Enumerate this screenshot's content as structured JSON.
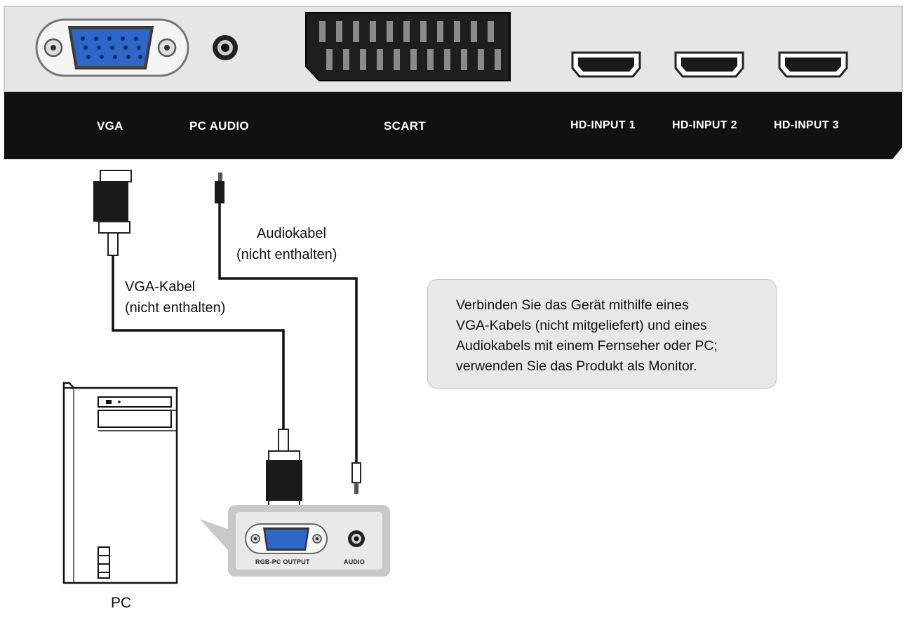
{
  "tv_panel": {
    "ports": {
      "vga": "VGA",
      "pc_audio": "PC AUDIO",
      "scart": "SCART",
      "hd_input_1": "HD-INPUT 1",
      "hd_input_2": "HD-INPUT 2",
      "hd_input_3": "HD-INPUT 3"
    }
  },
  "cables": {
    "audio": {
      "line1": "Audiokabel",
      "line2": "(nicht enthalten)"
    },
    "vga": {
      "line1": "VGA-Kabel",
      "line2": "(nicht enthalten)"
    }
  },
  "note": {
    "lines": [
      "Verbinden Sie das Gerät mithilfe eines",
      "VGA-Kabels (nicht mitgeliefert) und eines",
      "Audiokabels mit einem Fernseher oder PC;",
      "verwenden Sie das Produkt als Monitor."
    ]
  },
  "pc": {
    "label": "PC",
    "panel": {
      "rgb_output": "RGB-PC OUTPUT",
      "audio": "AUDIO"
    }
  },
  "colors": {
    "panel_gray": "#e6e6e6",
    "label_bar": "#111111",
    "vga_blue": "#2f67c9",
    "note_bg": "#e8e8e8"
  }
}
